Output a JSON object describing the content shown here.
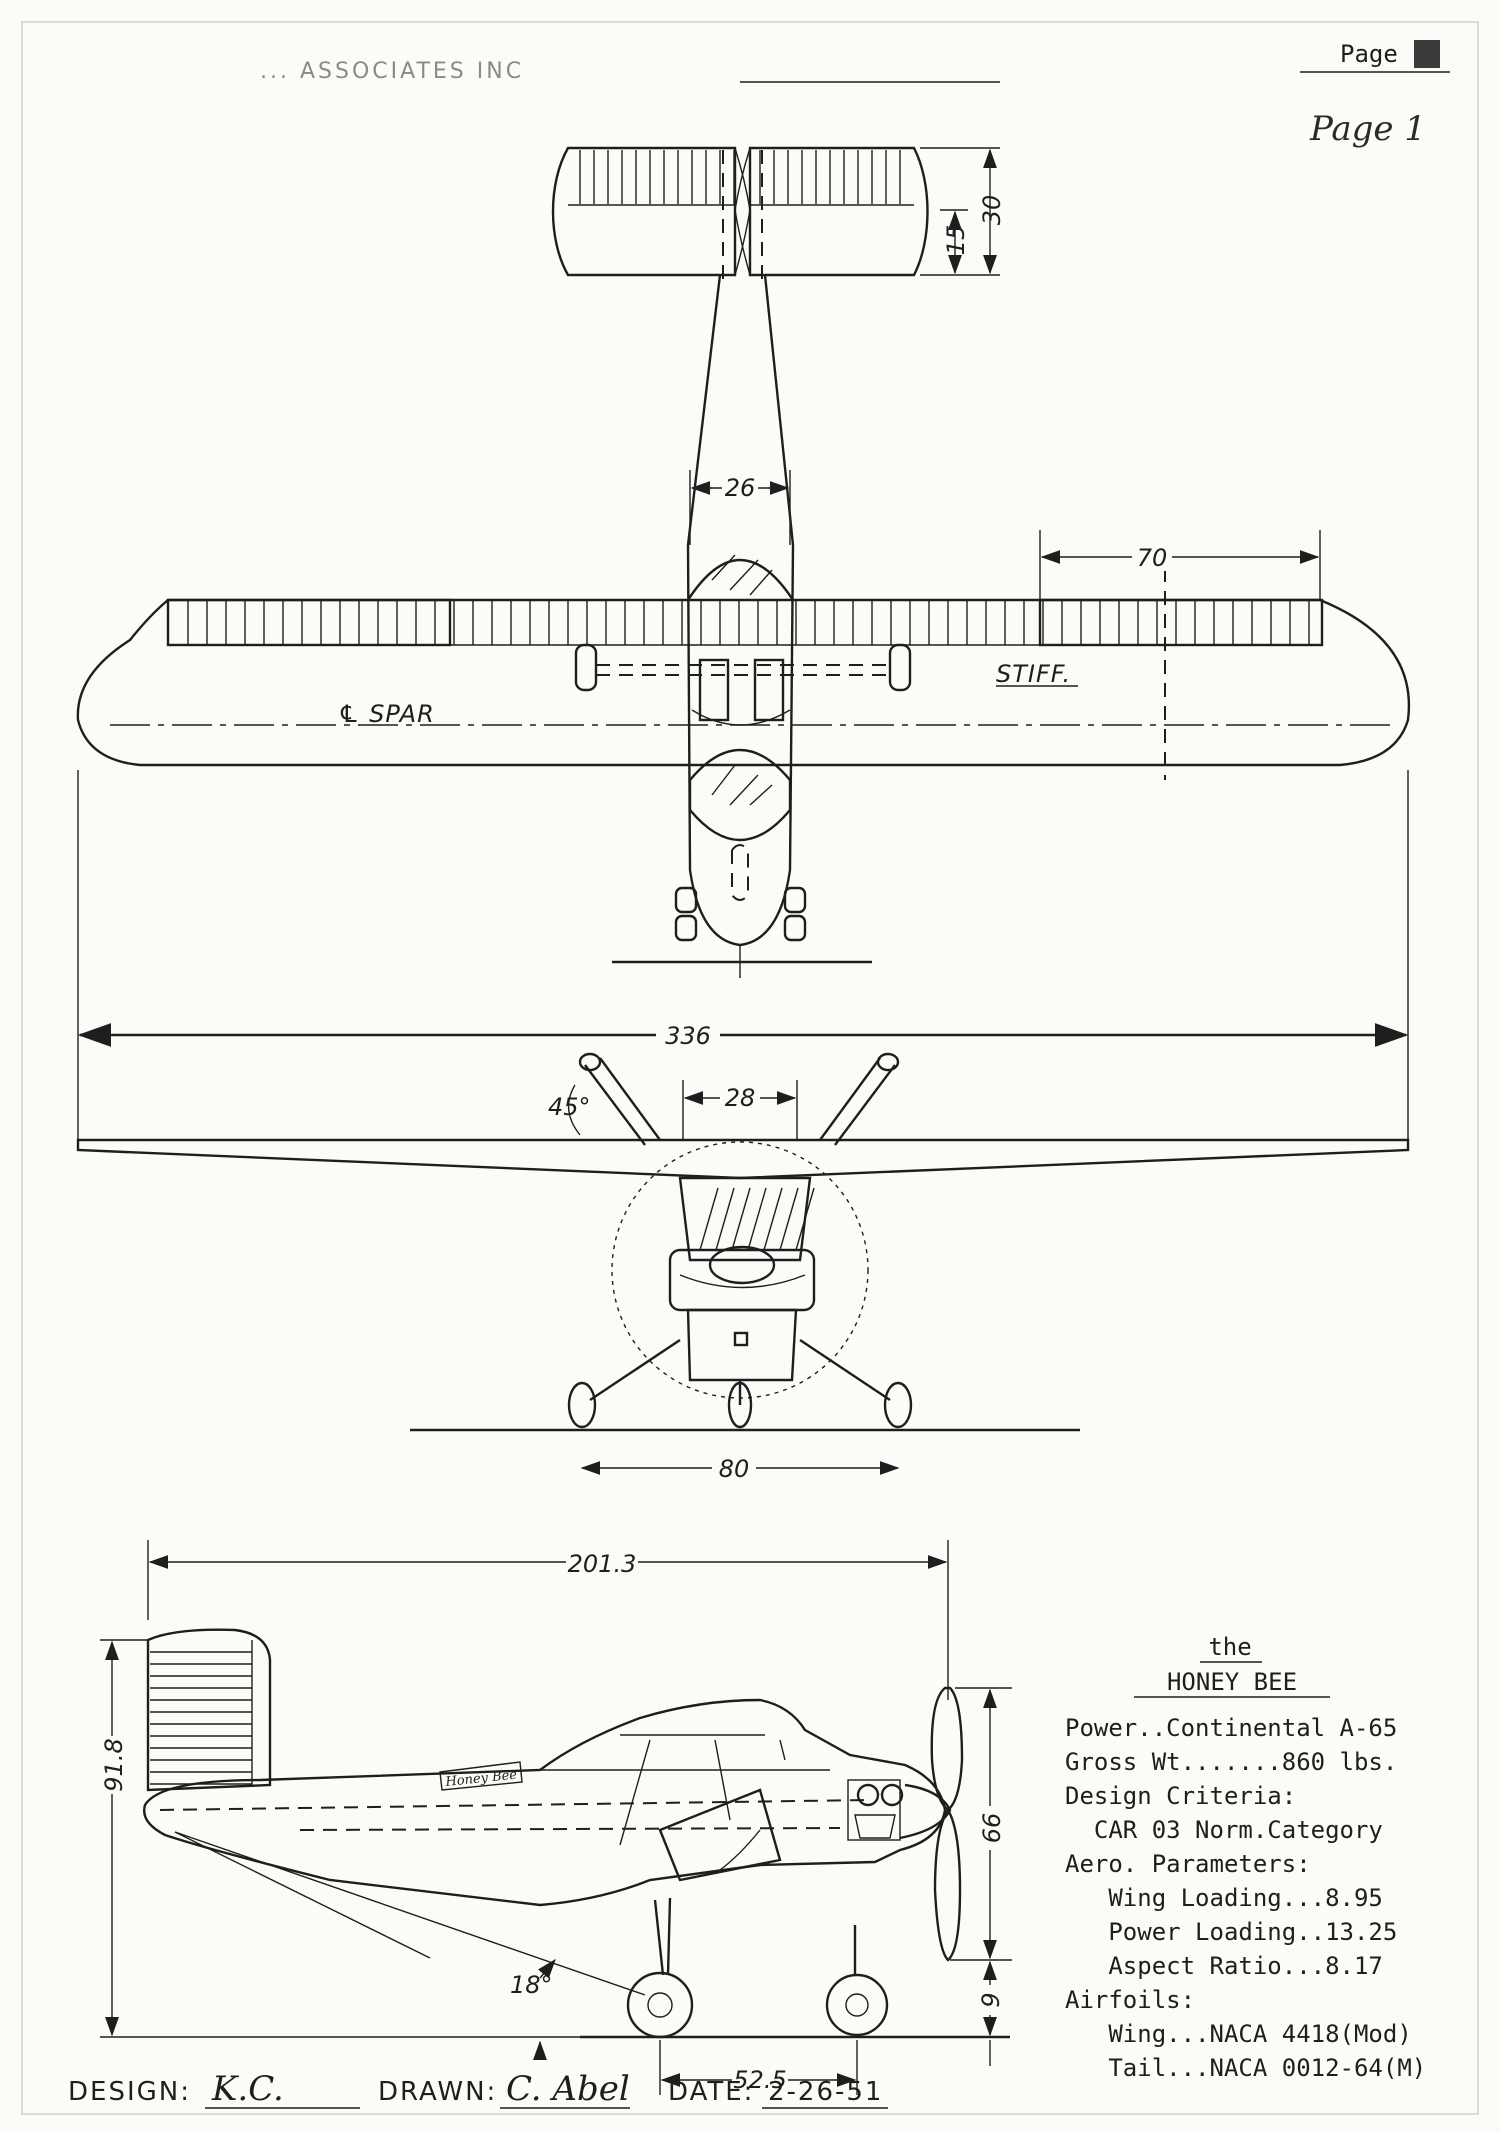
{
  "header": {
    "company": "...  ASSOCIATES  INC",
    "page_stamp": "Page",
    "page_note": "Page 1"
  },
  "top_view": {
    "dim_tail_height": "30",
    "dim_tail_half": "15",
    "dim_fuselage_width": "26",
    "dim_aileron": "70",
    "dim_span": "336",
    "label_spar": "℄ SPAR",
    "label_stiff": "STIFF."
  },
  "front_view": {
    "dim_cabin_width": "28",
    "dim_angle": "45°",
    "dim_track": "80"
  },
  "side_view": {
    "dim_length": "201.3",
    "dim_height": "91.8",
    "dim_prop": "66",
    "dim_ground": "9",
    "dim_angle": "18°",
    "dim_wheelbase": "52.5",
    "fuselage_logo": "Honey Bee"
  },
  "spec_block": {
    "title_the": "the",
    "title_name": "HONEY  BEE",
    "lines": [
      "Power..Continental A-65",
      "Gross Wt.......860 lbs.",
      "Design Criteria:",
      "  CAR 03 Norm.Category",
      "Aero. Parameters:",
      "   Wing Loading...8.95",
      "   Power Loading..13.25",
      "   Aspect Ratio...8.17",
      "Airfoils:",
      "   Wing...NACA 4418(Mod)",
      "   Tail...NACA 0012-64(M)"
    ]
  },
  "footer": {
    "design_label": "DESIGN:",
    "design_sig": "K.C.",
    "drawn_label": "DRAWN:",
    "drawn_sig": "C. Abel",
    "date_label": "DATE:",
    "date_value": "2-26-51"
  },
  "colors": {
    "ink": "#1e1e1e",
    "paper": "#fbfbf8",
    "faint": "#8a8a8a"
  }
}
